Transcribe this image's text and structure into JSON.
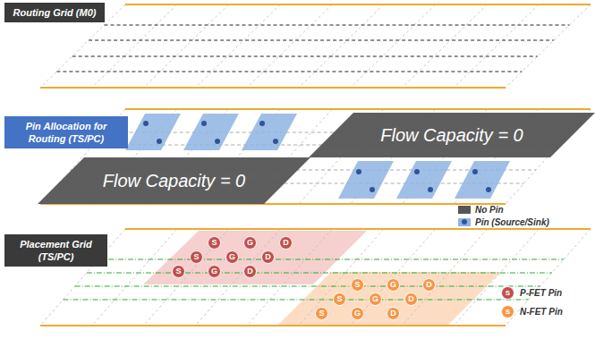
{
  "diagram": {
    "nodes": [
      {
        "text": [
          "Routing Grid (M0)"
        ]
      },
      {
        "text": [
          "Pin Allocation for Routing (TS/PC)"
        ]
      },
      {
        "text": [
          "Flow Capacity = 0"
        ]
      },
      {
        "text": [
          "Flow Capacity = 0"
        ]
      },
      {
        "text": [
          "S"
        ]
      },
      {
        "text": [
          "G"
        ]
      },
      {
        "text": [
          "D"
        ]
      },
      {
        "text": [
          "S"
        ]
      },
      {
        "text": [
          "G"
        ]
      },
      {
        "text": [
          "D"
        ]
      },
      {
        "text": [
          "S"
        ]
      },
      {
        "text": [
          "G"
        ]
      },
      {
        "text": [
          "D"
        ]
      },
      {
        "text": [
          "Placement Grid (TS/PC)"
        ]
      },
      {
        "text": [
          "S"
        ]
      },
      {
        "text": [
          "G"
        ]
      },
      {
        "text": [
          "D"
        ]
      },
      {
        "text": [
          "S"
        ]
      },
      {
        "text": [
          "G"
        ]
      },
      {
        "text": [
          "D"
        ]
      },
      {
        "text": [
          "S"
        ]
      },
      {
        "text": [
          "G"
        ]
      },
      {
        "text": [
          "D"
        ]
      }
    ],
    "labels": [
      "S",
      "S"
    ],
    "legend": [
      {
        "text": "No Pin",
        "color": "#555555"
      },
      {
        "text": "Pin (Source/Sink)",
        "color": "#8eb4e3"
      },
      {
        "text": "P-FET Pin",
        "color": "#c0504d"
      },
      {
        "text": "N-FET Pin",
        "color": "#f79646"
      }
    ]
  }
}
